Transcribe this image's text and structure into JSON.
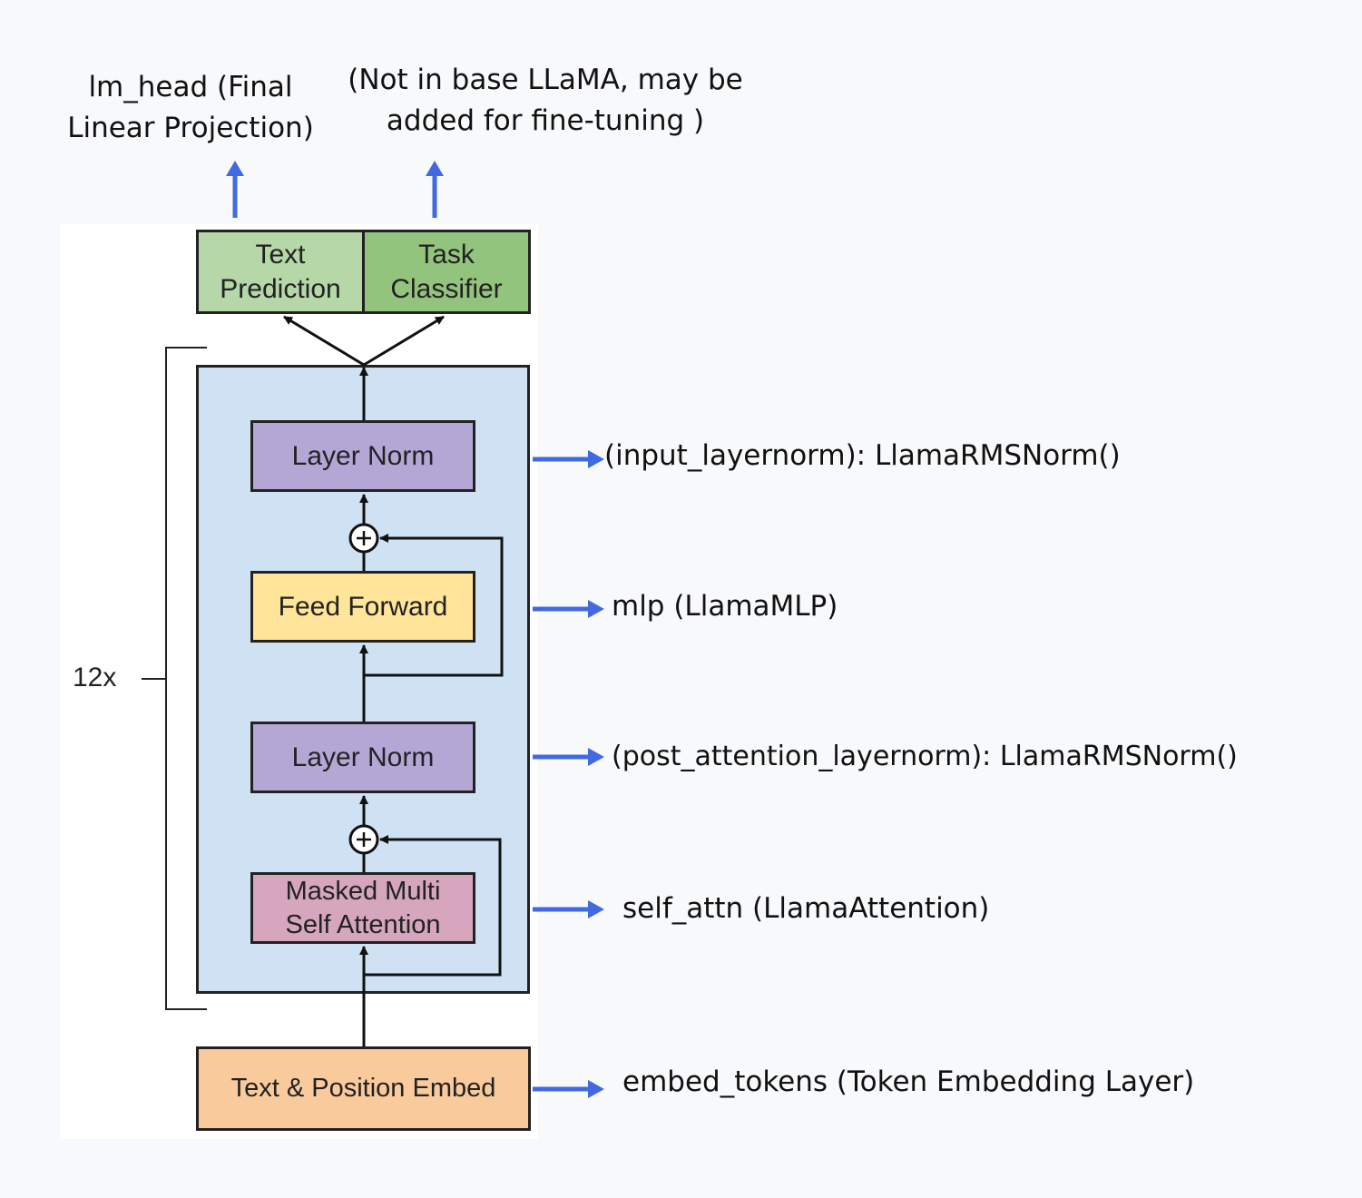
{
  "repeat_label": "12x",
  "outputs": {
    "text_prediction": "Text\nPrediction",
    "task_classifier": "Task\nClassifier"
  },
  "blocks": {
    "layer_norm_top": "Layer Norm",
    "feed_forward": "Feed Forward",
    "layer_norm_bottom": "Layer Norm",
    "masked_attention": "Masked Multi\nSelf Attention",
    "embed": "Text & Position Embed"
  },
  "annotations": {
    "lm_head": "lm_head (Final\nLinear Projection)",
    "classifier_note": "(Not in base LLaMA, may be\nadded for fine-tuning )",
    "input_layernorm": "(input_layernorm): LlamaRMSNorm()",
    "mlp": "mlp (LlamaMLP)",
    "post_attention_layernorm": "(post_attention_layernorm): LlamaRMSNorm()",
    "self_attn": "self_attn (LlamaAttention)",
    "embed_tokens": "embed_tokens (Token Embedding Layer)"
  },
  "colors": {
    "arrow_blue": "#4169e1",
    "layer_norm": "#b4a7d6",
    "feed_forward": "#ffe599",
    "attention": "#d5a6bd",
    "embed": "#f9cb9c",
    "text_prediction": "#b6d7a8",
    "task_classifier": "#93c47d",
    "block_background": "#cfe2f3"
  }
}
